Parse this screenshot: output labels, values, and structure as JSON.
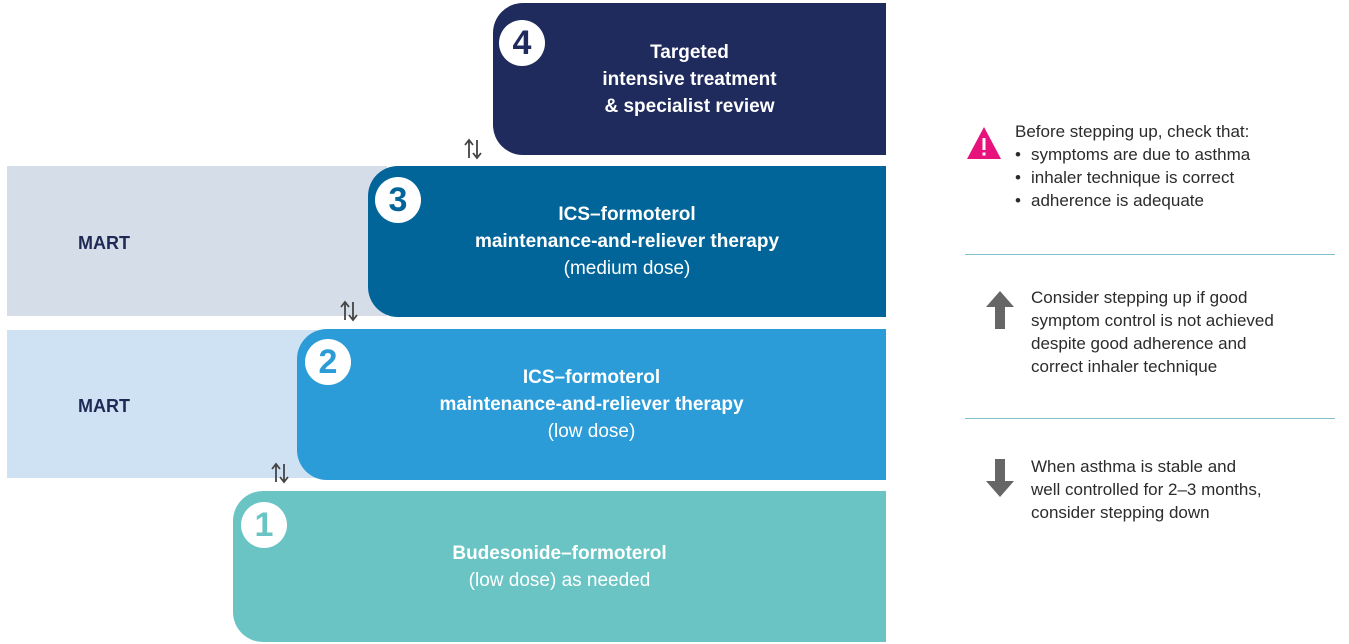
{
  "steps": [
    {
      "number": "4",
      "lines": [
        "Targeted",
        "intensive treatment",
        "& specialist review"
      ],
      "sub": ""
    },
    {
      "number": "3",
      "lines": [
        "ICS–formoterol",
        "maintenance-and-reliever therapy"
      ],
      "sub": "(medium dose)"
    },
    {
      "number": "2",
      "lines": [
        "ICS–formoterol",
        "maintenance-and-reliever therapy"
      ],
      "sub": "(low dose)"
    },
    {
      "number": "1",
      "lines": [
        "Budesonide–formoterol"
      ],
      "sub": "(low dose) as needed"
    }
  ],
  "mart_labels": [
    "MART",
    "MART"
  ],
  "legend": {
    "warning": {
      "intro": "Before stepping up, check that:",
      "items": [
        "symptoms are due to asthma",
        "inhaler technique is correct",
        "adherence is adequate"
      ]
    },
    "step_up": [
      "Consider stepping up if good",
      "symptom control is not achieved",
      "despite good adherence and",
      "correct inhaler technique"
    ],
    "step_down": [
      "When asthma is stable and",
      "well controlled for 2–3 months,",
      "consider stepping down"
    ]
  },
  "colors": {
    "step4": "#1f2b5c",
    "step3": "#02659a",
    "step2": "#2b9cd8",
    "step1": "#6ac4c4",
    "band3": "#d5dde8",
    "band2": "#cfe2f4",
    "warning": "#e8127c",
    "arrow": "#666666"
  }
}
